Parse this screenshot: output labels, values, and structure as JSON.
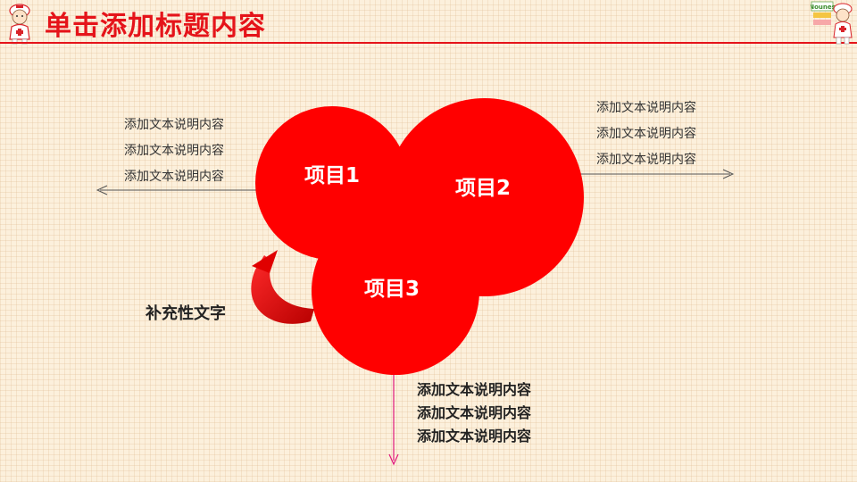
{
  "header": {
    "title": "单击添加标题内容",
    "accent_color": "#e5141a",
    "logo_text": "Nounes"
  },
  "diagram": {
    "circle_color": "#ff0000",
    "items": [
      {
        "label": "项目1"
      },
      {
        "label": "项目2"
      },
      {
        "label": "项目3"
      }
    ],
    "left_texts": [
      "添加文本说明内容",
      "添加文本说明内容",
      "添加文本说明内容"
    ],
    "right_texts": [
      "添加文本说明内容",
      "添加文本说明内容",
      "添加文本说明内容"
    ],
    "bottom_texts": [
      "添加文本说明内容",
      "添加文本说明内容",
      "添加文本说明内容"
    ],
    "supplement_text": "补充性文字",
    "bottom_arrow_color": "#e0197d"
  }
}
